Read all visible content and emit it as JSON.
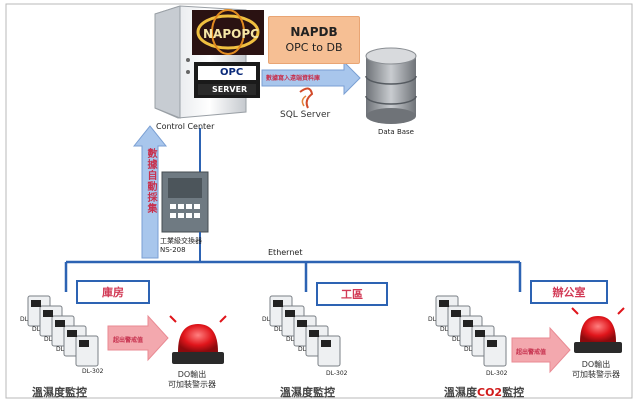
{
  "server": {
    "logo_text": "NAPOPC",
    "napdb_title": "NAPDB",
    "napdb_subtitle": "OPC to DB",
    "opc_logo": "OPC",
    "opc_server": "SERVER",
    "label": "Control Center"
  },
  "arrow_to_db_label": "數據寫入遠端資料庫",
  "sql": {
    "label": "SQL Server",
    "icon": "sql-server-icon"
  },
  "database": {
    "label": "Data Base",
    "icon": "database-icon"
  },
  "data_collection_label": "數據自動採集",
  "switch": {
    "caption": "工業級交換器",
    "model": "NS-208"
  },
  "network": {
    "label": "Ethernet"
  },
  "zones": [
    {
      "name": "庫房",
      "bottom_label": "溫濕度監控"
    },
    {
      "name": "工區",
      "bottom_label": "溫濕度監控"
    },
    {
      "name": "辦公室",
      "bottom_label_prefix": "溫濕度",
      "bottom_label_highlight": "CO2",
      "bottom_label_suffix": "監控"
    }
  ],
  "device_labels": {
    "dl": "DL",
    "dl_model": "DL-302"
  },
  "alarm_arrow_label": "超出警戒值",
  "alarm": {
    "line1": "DO輸出",
    "line2": "可加裝警示器"
  },
  "colors": {
    "network_line": "#2d63b3",
    "arrow_fill": "#a8c6ec",
    "alarm_arrow": "#f3a8ae",
    "napdb_box": "#f6bf94",
    "accent_red": "#d23a56"
  }
}
